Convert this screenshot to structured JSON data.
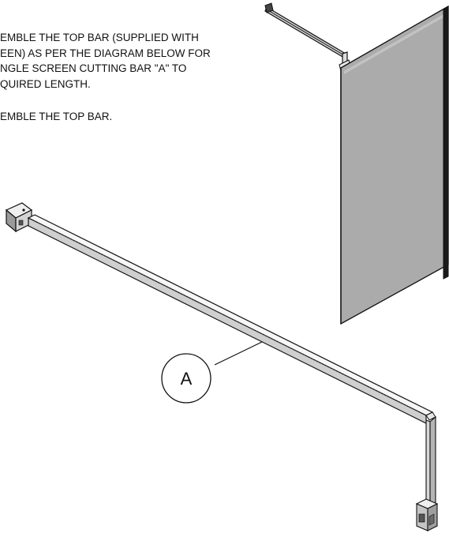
{
  "instructions": {
    "paragraph_1": [
      "EMBLE THE TOP BAR (SUPPLIED WITH",
      "EEN) AS PER THE DIAGRAM BELOW FOR",
      "NGLE SCREEN CUTTING BAR \"A\" TO",
      "QUIRED LENGTH."
    ],
    "paragraph_2": [
      "EMBLE THE TOP BAR."
    ]
  },
  "callout": {
    "label": "A"
  },
  "colors": {
    "glass_panel": "#ababab",
    "panel_edge": "#1a1a1a",
    "bar_face": "#cfcfcf",
    "bar_top": "#f4f4f4",
    "outline": "#111111"
  }
}
